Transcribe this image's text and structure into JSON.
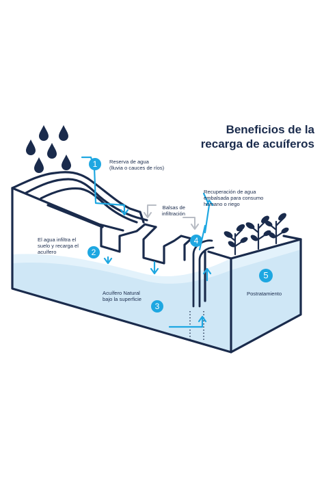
{
  "title": {
    "line1": "Beneficios de la",
    "line2": "recarga de acuíferos"
  },
  "steps": [
    {
      "number": "1",
      "lines": [
        "Reserva de agua",
        "(lluvia o cauces de ríos)"
      ]
    },
    {
      "number": "2",
      "lines": [
        "El agua infiltra el",
        "suelo y recarga el",
        "acuífero"
      ]
    },
    {
      "number": "3",
      "lines": [
        "Acuífero Natural",
        "bajo la superficie"
      ]
    },
    {
      "number": "4",
      "lines": [
        "Recuperación de agua",
        "embalsada para consumo",
        "humano o riego"
      ]
    },
    {
      "number": "5",
      "lines": [
        "Postratamiento"
      ]
    }
  ],
  "infiltration_label": [
    "Balsas de",
    "infiltración"
  ],
  "colors": {
    "navy": "#1a2b4c",
    "accent": "#1ea7e1",
    "water": "#cfe7f6",
    "water_light": "#e3f2fb",
    "gray_arrow": "#b8bcc4"
  },
  "icons": [
    "raindrop-icon",
    "plant-icon",
    "down-arrow-icon",
    "up-arrow-icon"
  ]
}
